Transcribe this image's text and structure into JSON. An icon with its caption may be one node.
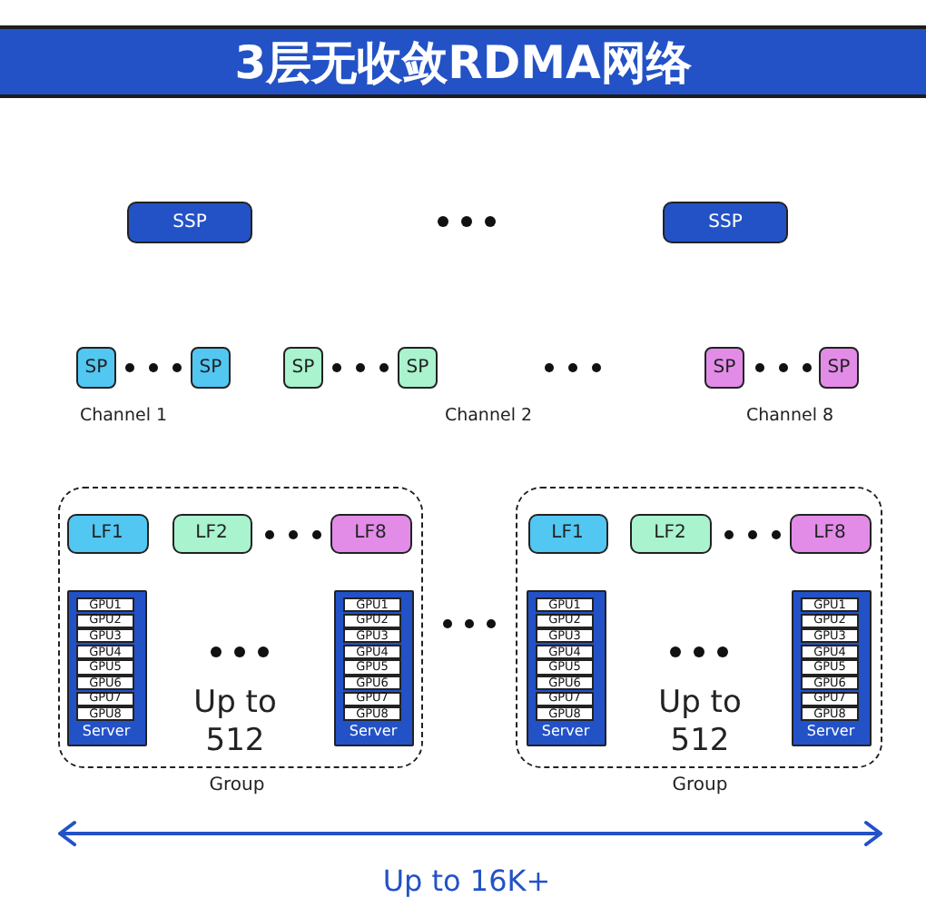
{
  "diagram": {
    "title": "3层无收敛RDMA网络",
    "nodes": [
      {
        "text": [
          "SSP"
        ]
      },
      {
        "text": [
          "SSP"
        ]
      },
      {
        "text": [
          "SP"
        ]
      },
      {
        "text": [
          "SP"
        ]
      },
      {
        "text": [
          "SP"
        ]
      },
      {
        "text": [
          "SP"
        ]
      },
      {
        "text": [
          "SP"
        ]
      },
      {
        "text": [
          "SP"
        ]
      },
      {
        "text": [
          "Up to 512",
          "Group"
        ]
      },
      {
        "text": [
          "LF1"
        ],
        "in": 8
      },
      {
        "text": [
          "LF2"
        ],
        "in": 8
      },
      {
        "text": [
          "LF8"
        ],
        "in": 8
      },
      {
        "text": [
          "Server"
        ],
        "in": 8
      },
      {
        "text": [
          "GPU1"
        ],
        "in": 12
      },
      {
        "text": [
          "GPU2"
        ],
        "in": 12
      },
      {
        "text": [
          "GPU3"
        ],
        "in": 12
      },
      {
        "text": [
          "GPU4"
        ],
        "in": 12
      },
      {
        "text": [
          "GPU5"
        ],
        "in": 12
      },
      {
        "text": [
          "GPU6"
        ],
        "in": 12
      },
      {
        "text": [
          "GPU7"
        ],
        "in": 12
      },
      {
        "text": [
          "GPU8"
        ],
        "in": 12
      },
      {
        "text": [
          "Server"
        ],
        "in": 8
      },
      {
        "text": [
          "GPU1"
        ],
        "in": 21
      },
      {
        "text": [
          "GPU2"
        ],
        "in": 21
      },
      {
        "text": [
          "GPU3"
        ],
        "in": 21
      },
      {
        "text": [
          "GPU4"
        ],
        "in": 21
      },
      {
        "text": [
          "GPU5"
        ],
        "in": 21
      },
      {
        "text": [
          "GPU6"
        ],
        "in": 21
      },
      {
        "text": [
          "GPU7"
        ],
        "in": 21
      },
      {
        "text": [
          "GPU8"
        ],
        "in": 21
      },
      {
        "text": [
          "Up to 512",
          "Group"
        ]
      },
      {
        "text": [
          "LF1"
        ],
        "in": 30
      },
      {
        "text": [
          "LF2"
        ],
        "in": 30
      },
      {
        "text": [
          "LF8"
        ],
        "in": 30
      },
      {
        "text": [
          "Server"
        ],
        "in": 30
      },
      {
        "text": [
          "GPU1"
        ],
        "in": 34
      },
      {
        "text": [
          "GPU2"
        ],
        "in": 34
      },
      {
        "text": [
          "GPU3"
        ],
        "in": 34
      },
      {
        "text": [
          "GPU4"
        ],
        "in": 34
      },
      {
        "text": [
          "GPU5"
        ],
        "in": 34
      },
      {
        "text": [
          "GPU6"
        ],
        "in": 34
      },
      {
        "text": [
          "GPU7"
        ],
        "in": 34
      },
      {
        "text": [
          "GPU8"
        ],
        "in": 34
      },
      {
        "text": [
          "Server"
        ],
        "in": 30
      },
      {
        "text": [
          "GPU1"
        ],
        "in": 43
      },
      {
        "text": [
          "GPU2"
        ],
        "in": 43
      },
      {
        "text": [
          "GPU3"
        ],
        "in": 43
      },
      {
        "text": [
          "GPU4"
        ],
        "in": 43
      },
      {
        "text": [
          "GPU5"
        ],
        "in": 43
      },
      {
        "text": [
          "GPU6"
        ],
        "in": 43
      },
      {
        "text": [
          "GPU7"
        ],
        "in": 43
      },
      {
        "text": [
          "GPU8"
        ],
        "in": 43
      }
    ],
    "labels": [
      "Channel 1",
      "Channel 2",
      "Channel 8",
      "Up to 16K+"
    ]
  }
}
